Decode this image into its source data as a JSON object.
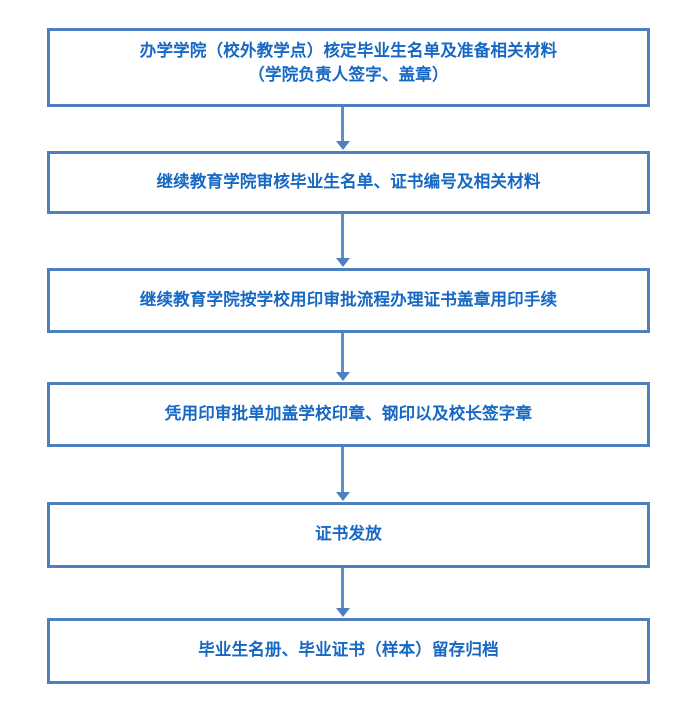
{
  "diagram": {
    "type": "flowchart",
    "orientation": "vertical-top-to-bottom",
    "title": "",
    "colors": {
      "node_border": "#4E80BD",
      "node_fill": "#FFFFFF",
      "label_text": "#1668C4",
      "connector": "#5B8FC9",
      "background": "#FFFFFF"
    },
    "nodes": [
      {
        "id": "node-1",
        "label": "办学学院（校外教学点）核定毕业生名单及准备相关材料\n（学院负责人签字、盖章）",
        "lines": 2
      },
      {
        "id": "node-2",
        "label": "继续教育学院审核毕业生名单、证书编号及相关材料",
        "lines": 1
      },
      {
        "id": "node-3",
        "label": "继续教育学院按学校用印审批流程办理证书盖章用印手续",
        "lines": 1
      },
      {
        "id": "node-4",
        "label": "凭用印审批单加盖学校印章、钢印以及校长签字章",
        "lines": 1
      },
      {
        "id": "node-5",
        "label": "证书发放",
        "lines": 1
      },
      {
        "id": "node-6",
        "label": "毕业生名册、毕业证书（样本）留存归档",
        "lines": 1
      }
    ],
    "connectors": [
      {
        "id": "connector-1",
        "from": "node-1",
        "to": "node-2",
        "arrow": "down"
      },
      {
        "id": "connector-2",
        "from": "node-2",
        "to": "node-3",
        "arrow": "down"
      },
      {
        "id": "connector-3",
        "from": "node-3",
        "to": "node-4",
        "arrow": "down"
      },
      {
        "id": "connector-4",
        "from": "node-4",
        "to": "node-5",
        "arrow": "down"
      },
      {
        "id": "connector-5",
        "from": "node-5",
        "to": "node-6",
        "arrow": "down"
      }
    ]
  }
}
